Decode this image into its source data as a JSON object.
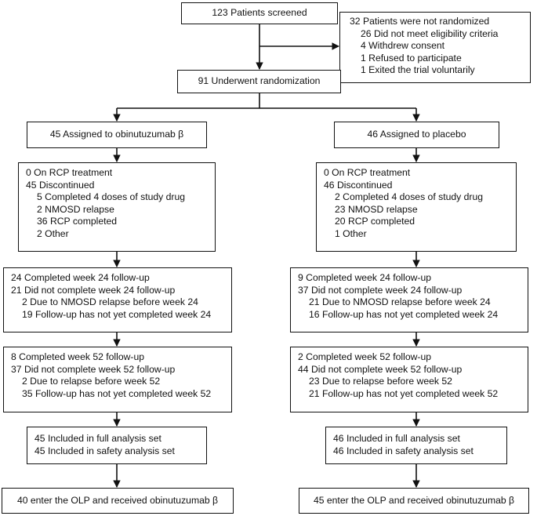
{
  "screened": {
    "text": "123 Patients screened"
  },
  "not_randomized": {
    "title": "32 Patients were not randomized",
    "items": [
      "26 Did not meet eligibility criteria",
      "4 Withdrew consent",
      "1 Refused to participate",
      "1 Exited the trial voluntarily"
    ]
  },
  "randomization": {
    "text": "91 Underwent randomization"
  },
  "arms": [
    {
      "assigned": "45 Assigned to obinutuzumab β",
      "treatment": {
        "lines": [
          "0 On RCP treatment",
          "45 Discontinued"
        ],
        "sub": [
          "5 Completed 4 doses of study drug",
          "2 NMOSD relapse",
          "36 RCP completed",
          "2 Other"
        ]
      },
      "week24": {
        "lines": [
          "24 Completed week 24 follow-up",
          "21 Did not complete week 24 follow-up"
        ],
        "sub": [
          "2 Due to NMOSD relapse before week 24",
          "19 Follow-up has not yet completed week 24"
        ]
      },
      "week52": {
        "lines": [
          "8 Completed week 52 follow-up",
          "37 Did not complete week 52 follow-up"
        ],
        "sub": [
          "2 Due to relapse before week 52",
          "35 Follow-up has not yet completed week 52"
        ]
      },
      "analysis": [
        "45 Included in full analysis set",
        "45 Included in safety analysis set"
      ],
      "olp": "40 enter the OLP and received obinutuzumab β"
    },
    {
      "assigned": "46 Assigned to placebo",
      "treatment": {
        "lines": [
          "0 On RCP treatment",
          "46 Discontinued"
        ],
        "sub": [
          "2 Completed 4 doses of study drug",
          "23 NMOSD relapse",
          "20 RCP completed",
          "1 Other"
        ]
      },
      "week24": {
        "lines": [
          "9 Completed week 24 follow-up",
          "37 Did not complete week 24 follow-up"
        ],
        "sub": [
          "21 Due to NMOSD relapse before week 24",
          "16 Follow-up has not yet completed week 24"
        ]
      },
      "week52": {
        "lines": [
          "2 Completed week 52 follow-up",
          "44 Did not complete week 52 follow-up"
        ],
        "sub": [
          "23 Due to relapse before week 52",
          "21 Follow-up has not yet completed week 52"
        ]
      },
      "analysis": [
        "46 Included in full analysis set",
        "46 Included in safety analysis set"
      ],
      "olp": "45 enter the OLP and received obinutuzumab β"
    }
  ]
}
